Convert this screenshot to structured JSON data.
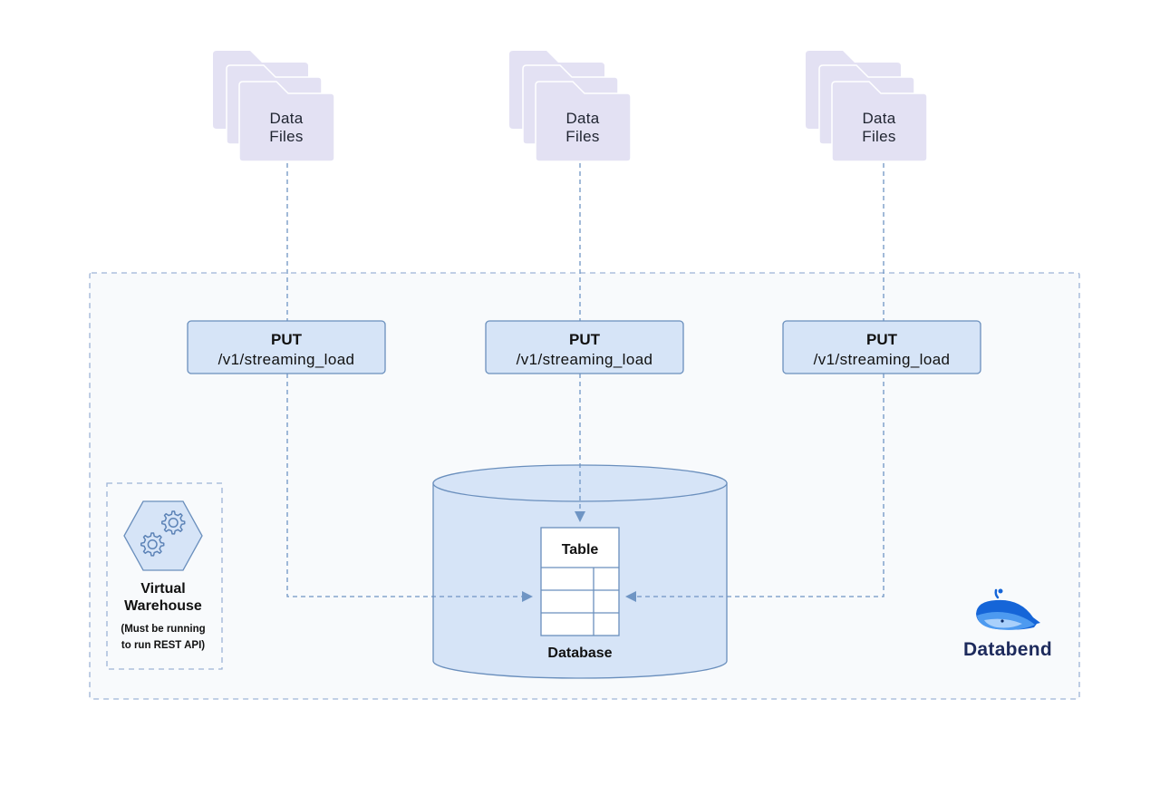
{
  "diagram": {
    "file_groups": [
      {
        "line1": "Data",
        "line2": "Files"
      },
      {
        "line1": "Data",
        "line2": "Files"
      },
      {
        "line1": "Data",
        "line2": "Files"
      }
    ],
    "endpoints": [
      {
        "method": "PUT",
        "path": "/v1/streaming_load"
      },
      {
        "method": "PUT",
        "path": "/v1/streaming_load"
      },
      {
        "method": "PUT",
        "path": "/v1/streaming_load"
      }
    ],
    "table_label": "Table",
    "database_label": "Database",
    "warehouse": {
      "line1": "Virtual",
      "line2": "Warehouse",
      "note_line1": "(Must be running",
      "note_line2": "to run REST API)"
    },
    "brand": "Databend",
    "colors": {
      "folder_fill": "#e3e1f3",
      "box_fill": "#d6e4f7",
      "box_stroke": "#6a8fbd",
      "connector": "#6f95c4",
      "container_bg": "#f8fafc",
      "container_border": "#9db4d6",
      "brand_blue": "#1565d8",
      "brand_text": "#1d2a5c"
    }
  }
}
